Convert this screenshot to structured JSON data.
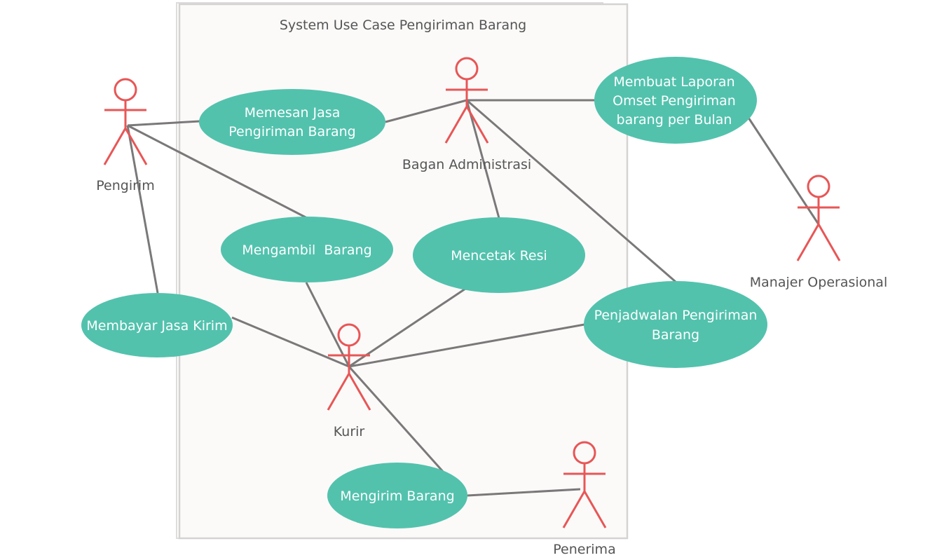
{
  "system": {
    "title": "System Use Case Pengiriman Barang"
  },
  "colors": {
    "usecase_fill": "#52c2ad",
    "usecase_text": "#ffffff",
    "actor_stroke": "#e85656",
    "line": "#7a7878",
    "boundary_fill": "#fbfaf9",
    "boundary_stroke": "#d4d3d2",
    "label_text": "#555555"
  },
  "actors": {
    "pengirim": {
      "label": "Pengirim"
    },
    "bagan_administrasi": {
      "label": "Bagan Administrasi"
    },
    "manajer_operasional": {
      "label": "Manajer Operasional"
    },
    "kurir": {
      "label": "Kurir"
    },
    "penerima": {
      "label": "Penerima"
    }
  },
  "usecases": {
    "memesan_jasa": {
      "lines": [
        "Memesan Jasa",
        "Pengiriman Barang"
      ]
    },
    "membuat_laporan": {
      "lines": [
        "Membuat Laporan",
        "Omset Pengiriman",
        "barang per Bulan"
      ]
    },
    "mengambil_barang": {
      "lines": [
        "Mengambil  Barang"
      ]
    },
    "mencetak_resi": {
      "lines": [
        "Mencetak Resi"
      ]
    },
    "membayar_jasa": {
      "lines": [
        "Membayar Jasa Kirim"
      ]
    },
    "penjadwalan": {
      "lines": [
        "Penjadwalan Pengiriman",
        "Barang"
      ]
    },
    "mengirim_barang": {
      "lines": [
        "Mengirim Barang"
      ]
    }
  },
  "associations": [
    [
      "pengirim",
      "memesan_jasa"
    ],
    [
      "pengirim",
      "mengambil_barang"
    ],
    [
      "pengirim",
      "membayar_jasa"
    ],
    [
      "bagan_administrasi",
      "memesan_jasa"
    ],
    [
      "bagan_administrasi",
      "membuat_laporan"
    ],
    [
      "bagan_administrasi",
      "mencetak_resi"
    ],
    [
      "bagan_administrasi",
      "penjadwalan"
    ],
    [
      "manajer_operasional",
      "membuat_laporan"
    ],
    [
      "kurir",
      "mengambil_barang"
    ],
    [
      "kurir",
      "mencetak_resi"
    ],
    [
      "kurir",
      "membayar_jasa"
    ],
    [
      "kurir",
      "penjadwalan"
    ],
    [
      "kurir",
      "mengirim_barang"
    ],
    [
      "penerima",
      "mengirim_barang"
    ]
  ]
}
